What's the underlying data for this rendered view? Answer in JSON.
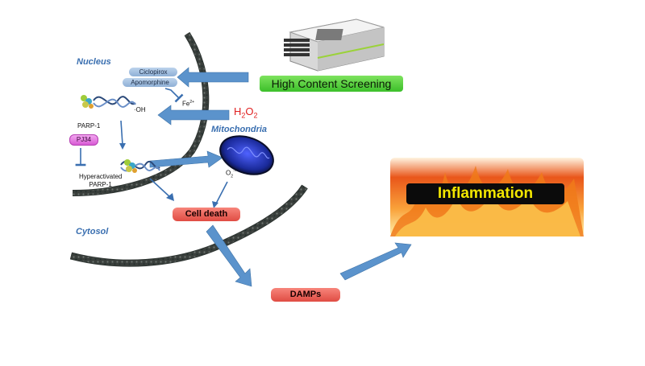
{
  "compartments": {
    "nucleus": "Nucleus",
    "mitochondria": "Mitochondria",
    "cytosol": "Cytosol"
  },
  "screening": {
    "label": "High Content Screening",
    "icon": "screening-instrument-icon"
  },
  "drugs": {
    "ciclopirox": "Ciclopirox",
    "apomorphine": "Apomorphine",
    "pj34": "PJ34"
  },
  "species": {
    "iron": "Fe",
    "iron_charge": "2+",
    "hydroxyl": "·OH",
    "h2o2_base": "H",
    "h2o2_sub1": "2",
    "h2o2_mid": "O",
    "h2o2_sub2": "2",
    "superoxide": "O",
    "superoxide_sub": "2",
    "superoxide_sup": "·−"
  },
  "proteins": {
    "parp1": "PARP-1",
    "hyper_line1": "Hyperactivated",
    "hyper_line2": "PARP-1"
  },
  "outcomes": {
    "cell_death": "Cell death",
    "damps": "DAMPs",
    "inflammation": "Inflammation"
  },
  "colors": {
    "arrow": "#5b93cc",
    "screening_green": "#3cbf2a",
    "death_red": "#e04c43",
    "flame_orange": "#f07a1a",
    "inflammation_text": "#f2e600"
  }
}
